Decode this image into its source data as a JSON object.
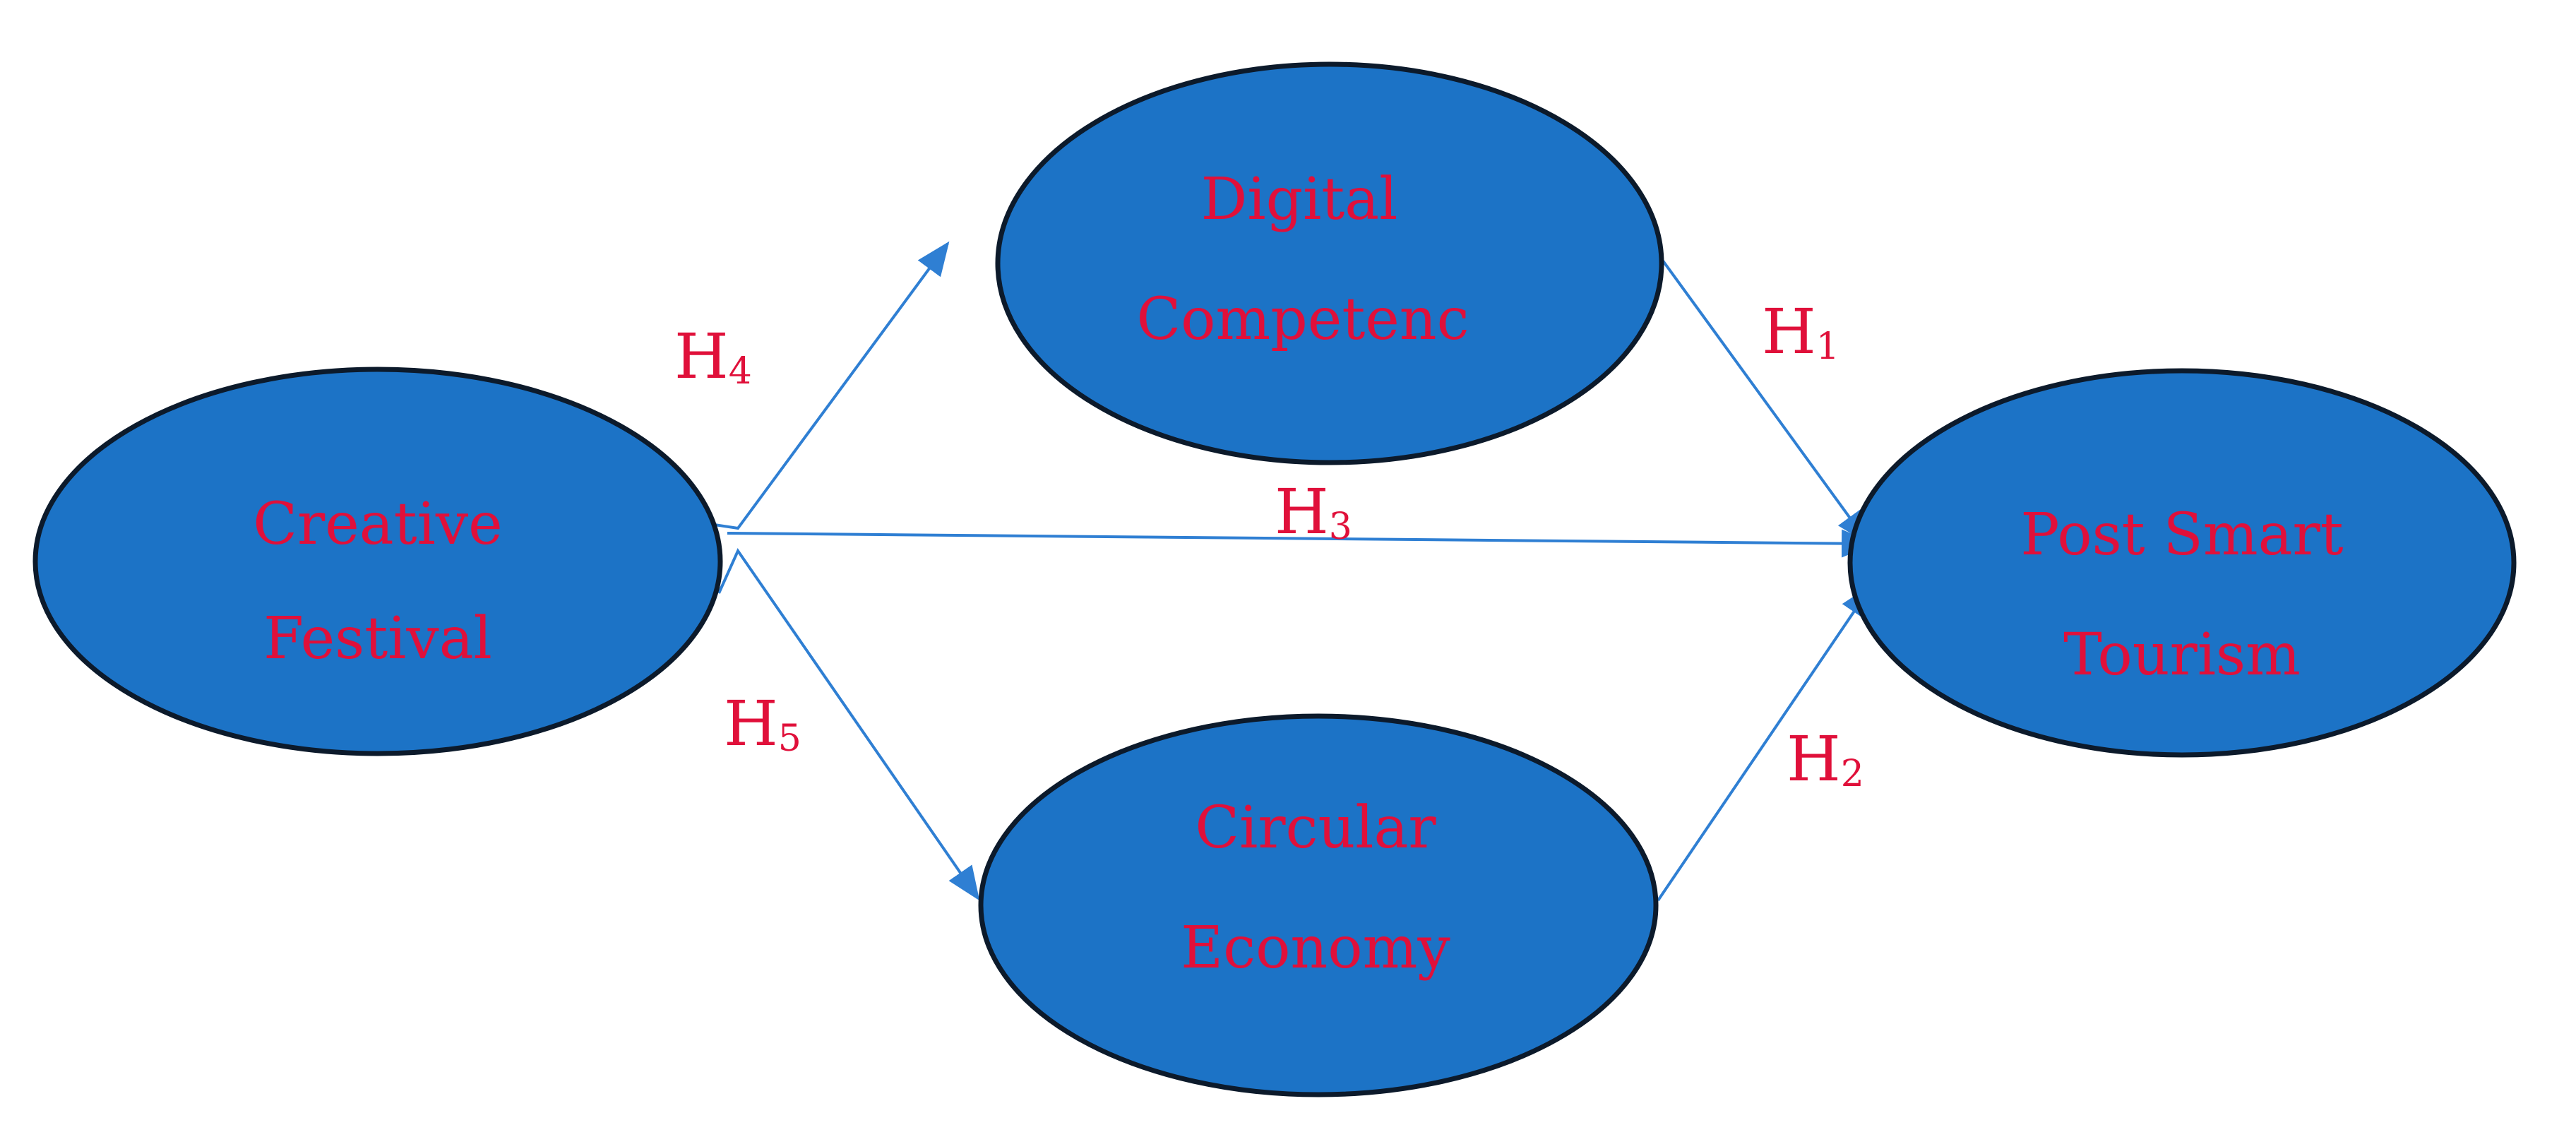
{
  "colors": {
    "node_fill": "#1c73c6",
    "node_stroke": "#0c1a2b",
    "edge": "#2f7fd3",
    "text": "#e0103a",
    "background": "#ffffff"
  },
  "nodes": {
    "creative_festival": {
      "line1": "Creative",
      "line2": "Festival"
    },
    "digital_competence": {
      "line1": "Digital",
      "line2": "Competenc"
    },
    "circular_economy": {
      "line1": "Circular",
      "line2": "Economy"
    },
    "post_smart_tourism": {
      "line1": "Post Smart",
      "line2": "Tourism"
    }
  },
  "edges": {
    "h1": {
      "letter": "H",
      "index": "1",
      "from": "Digital Competenc",
      "to": "Post Smart Tourism"
    },
    "h2": {
      "letter": "H",
      "index": "2",
      "from": "Circular Economy",
      "to": "Post Smart Tourism"
    },
    "h3": {
      "letter": "H",
      "index": "3",
      "from": "Creative Festival",
      "to": "Post Smart Tourism"
    },
    "h4": {
      "letter": "H",
      "index": "4",
      "from": "Creative Festival",
      "to": "Digital Competenc"
    },
    "h5": {
      "letter": "H",
      "index": "5",
      "from": "Creative Festival",
      "to": "Circular Economy"
    }
  }
}
